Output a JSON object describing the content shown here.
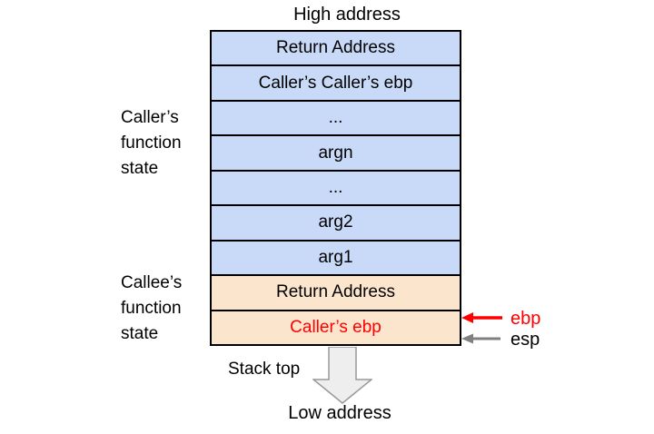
{
  "labels": {
    "high_address": "High address",
    "low_address": "Low address",
    "stack_top": "Stack top"
  },
  "side_labels": {
    "caller": {
      "lines": [
        "Caller’s",
        "function",
        "state"
      ]
    },
    "callee": {
      "lines": [
        "Callee’s",
        "function",
        "state"
      ]
    }
  },
  "stack": {
    "rows": [
      {
        "label": "Return Address",
        "group": "caller"
      },
      {
        "label": "Caller’s Caller’s ebp",
        "group": "caller"
      },
      {
        "label": "...",
        "group": "caller"
      },
      {
        "label": "argn",
        "group": "caller"
      },
      {
        "label": "...",
        "group": "caller"
      },
      {
        "label": "arg2",
        "group": "caller"
      },
      {
        "label": "arg1",
        "group": "caller"
      },
      {
        "label": "Return Address",
        "group": "callee"
      },
      {
        "label": "Caller’s ebp",
        "group": "callee",
        "text_color": "#ff0000"
      }
    ]
  },
  "pointers": {
    "ebp": {
      "label": "ebp"
    },
    "esp": {
      "label": "esp"
    }
  },
  "colors": {
    "caller_fill": "#c9daf8",
    "callee_fill": "#fce5cd",
    "box_border": "#000000",
    "ebp_red": "#ff0000",
    "esp_gray": "#808080",
    "big_arrow_fill": "#eeeeee",
    "big_arrow_stroke": "#999999"
  }
}
